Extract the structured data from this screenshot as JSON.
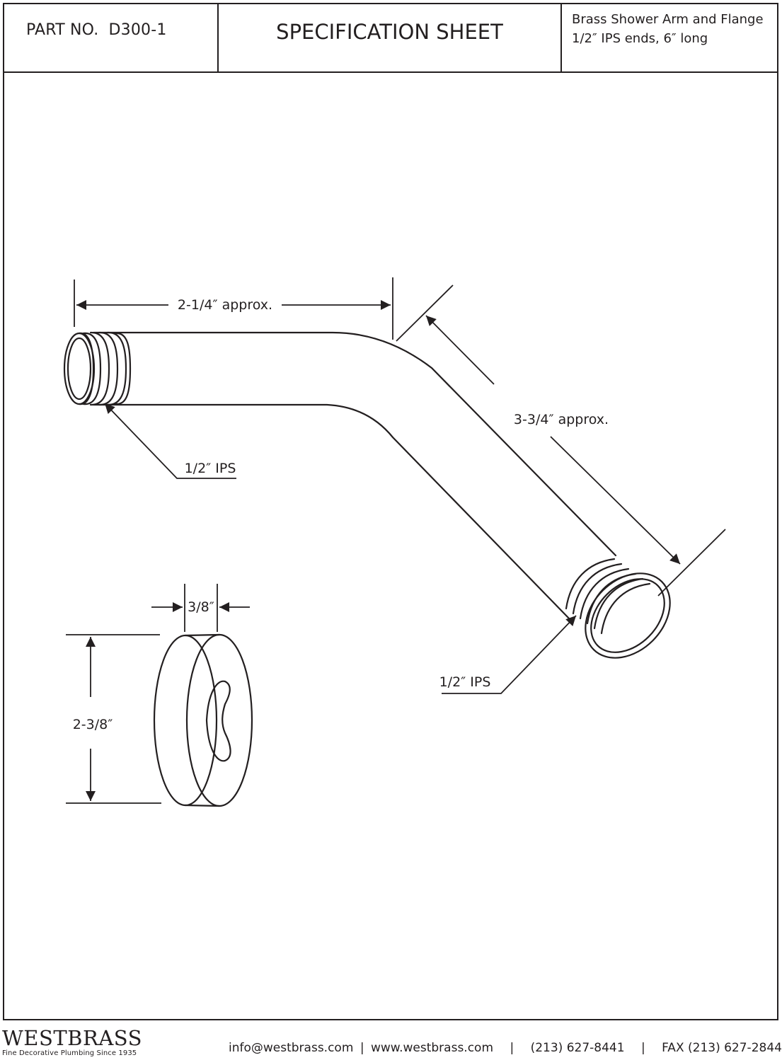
{
  "header": {
    "part_label": "PART NO.",
    "part_number": "D300-1",
    "title": "SPECIFICATION SHEET",
    "description_line1": "Brass Shower Arm and Flange",
    "description_line2": "1/2″ IPS ends, 6″ long"
  },
  "dimensions": {
    "horizontal_length": "2-1/4″ approx.",
    "angled_length": "3-3/4″ approx.",
    "left_thread": "1/2″ IPS",
    "right_thread": "1/2″ IPS",
    "flange_thickness": "3/8″",
    "flange_diameter": "2-3/8″"
  },
  "footer": {
    "brand": "WESTBRASS",
    "tagline": "Fine Decorative Plumbing Since 1935",
    "email": "info@westbrass.com",
    "website": "www.westbrass.com",
    "phone": "(213) 627-8441",
    "fax": "FAX (213) 627-2844",
    "separator": "|"
  }
}
